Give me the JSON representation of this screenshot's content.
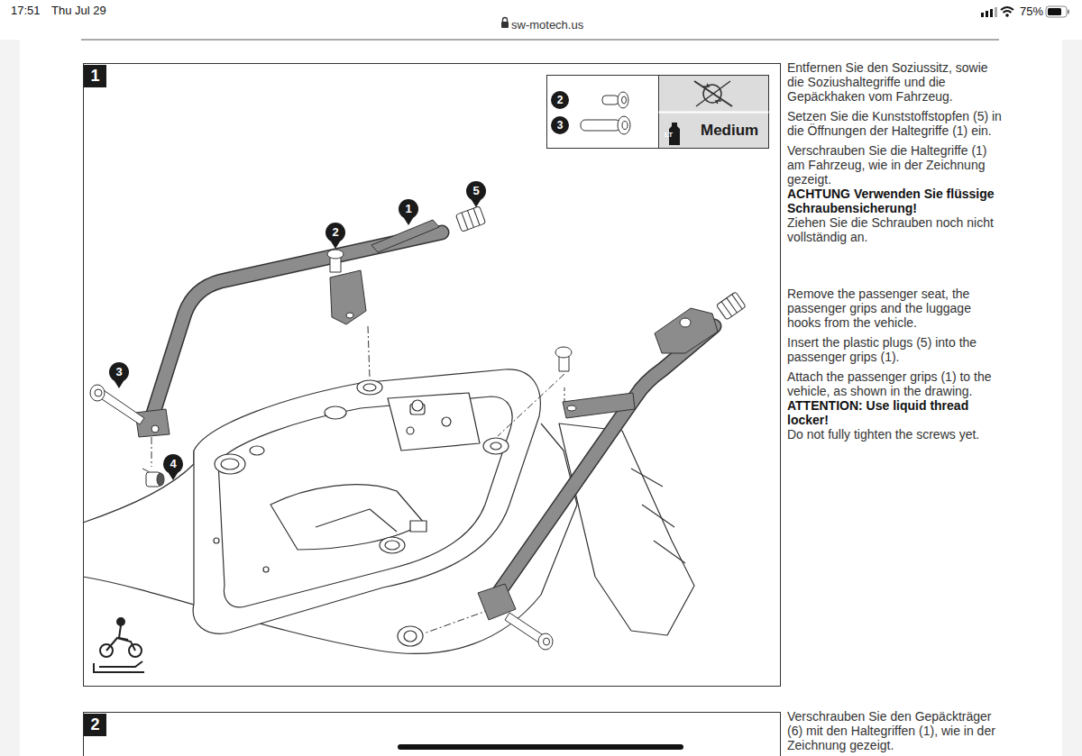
{
  "diagram": {
    "nodes": [
      {
        "text": [
          "1"
        ]
      },
      {
        "text": [
          "2",
          "3",
          "LT",
          "Medium"
        ],
        "in": 0
      },
      {
        "text": [
          "2"
        ]
      }
    ],
    "labels": [
      "17:51",
      "Thu Jul 29",
      "sw-motech.us",
      "75%",
      "1",
      "2",
      "3",
      "4",
      "5",
      "Entfernen Sie den Soziussitz, sowie die Soziushaltegriffe und die Gepäckhaken vom Fahrzeug.",
      "Setzen Sie die Kunststoffstopfen (5) in die Öffnungen der Haltegriffe (1) ein.",
      "Verschrauben Sie die Haltegriffe (1) am Fahrzeug, wie in der Zeichnung gezeigt.",
      "ACHTUNG Verwenden Sie flüssige Schraubensicherung!",
      "Ziehen Sie die Schrauben noch nicht vollständig an.",
      "Remove the passenger seat, the passenger grips and the luggage hooks from the vehicle.",
      "Insert the plastic plugs (5) into the passenger grips (1).",
      "Attach the passenger grips (1) to the vehicle, as shown in the drawing.",
      "ATTENTION: Use liquid thread locker!",
      "Do not fully tighten the screws yet.",
      "Verschrauben Sie den Gepäckträger (6) mit den Haltegriffen (1), wie in der Zeichnung gezeigt."
    ]
  }
}
